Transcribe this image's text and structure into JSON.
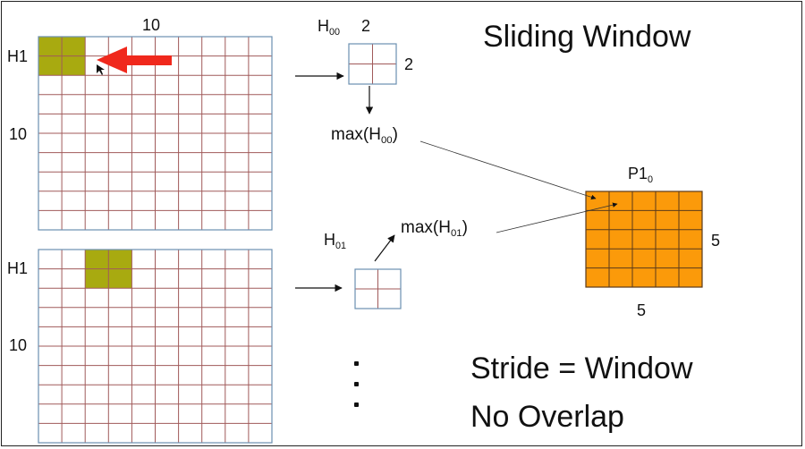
{
  "title": "Sliding Window",
  "grid_top": {
    "row_label": "H1",
    "size_label_top": "10",
    "size_label_left": "10"
  },
  "grid_bottom": {
    "row_label": "H1",
    "size_label_left": "10"
  },
  "window_h00": {
    "name": "H",
    "sub": "00",
    "cols_label": "2",
    "rows_label": "2"
  },
  "max_h00": {
    "prefix": "max(H",
    "sub": "00",
    "suffix": ")"
  },
  "window_h01": {
    "name": "H",
    "sub": "01"
  },
  "max_h01": {
    "prefix": "max(H",
    "sub": "01",
    "suffix": ")"
  },
  "pool": {
    "name": "P1",
    "sub": "0",
    "cols_label": "5",
    "rows_label": "5"
  },
  "note": {
    "line1": "Stride = Window",
    "line2": "No Overlap"
  },
  "colors": {
    "grid_line": "#a05a5a",
    "grid_border": "#6b8fb0",
    "highlight": "#a8aa10",
    "pool_fill": "#fb9a0a",
    "arrow_red": "#f0281c"
  }
}
